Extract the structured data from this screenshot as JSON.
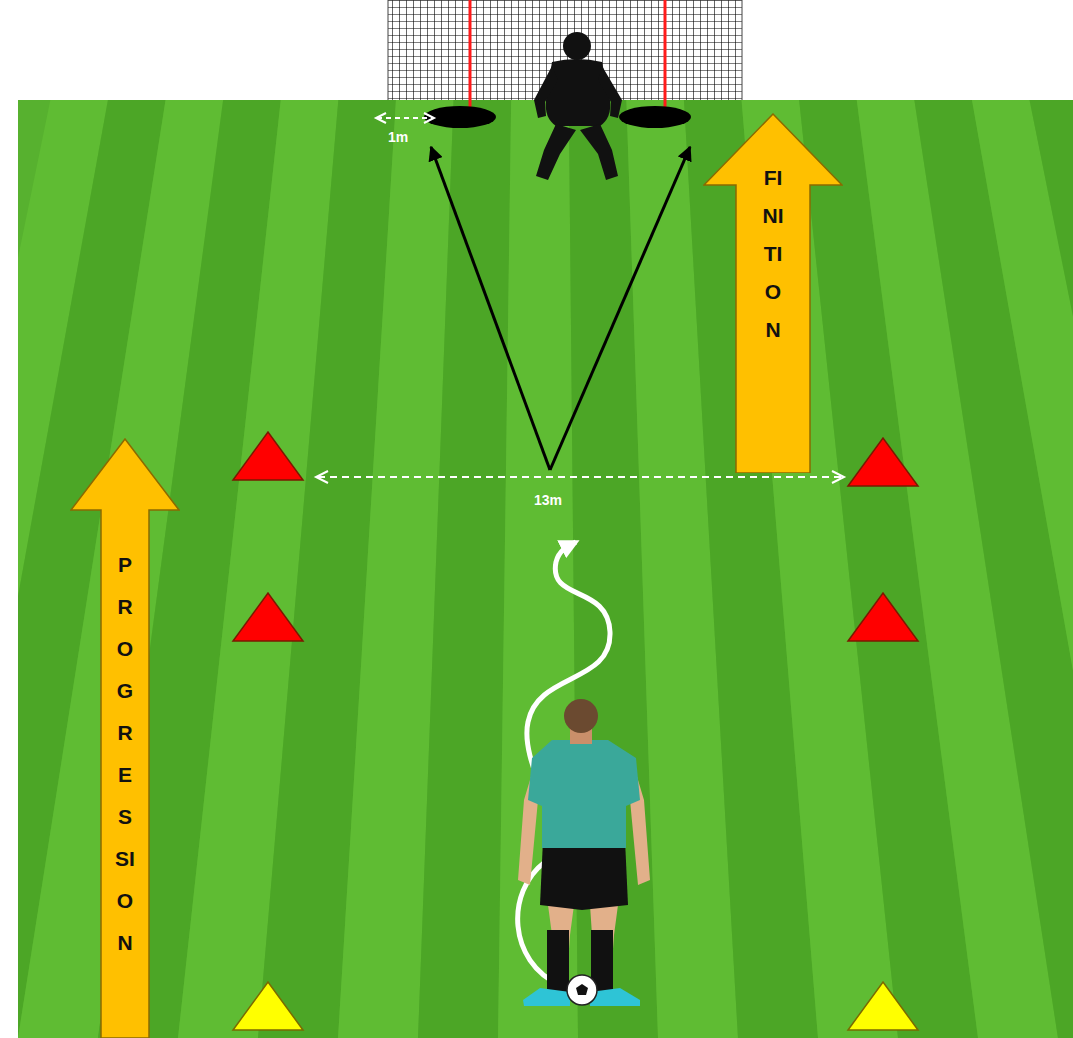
{
  "diagram": {
    "nodes": [
      {
        "text": [
          "FINITION"
        ]
      },
      {
        "text": [
          "PROGRESSION"
        ]
      }
    ],
    "labels": [
      "1m",
      "13m"
    ]
  }
}
